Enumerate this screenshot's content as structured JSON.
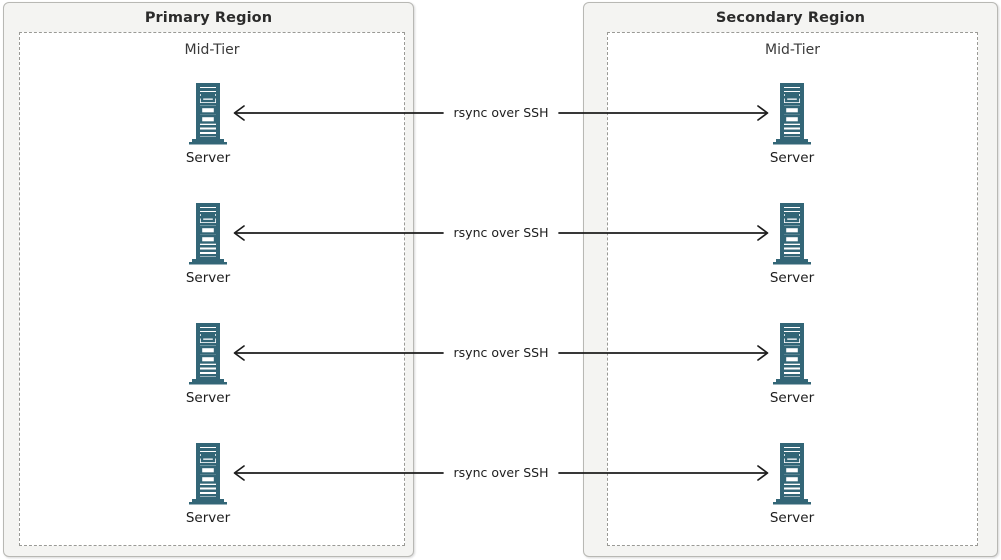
{
  "diagram": {
    "type": "architecture-replication-diagram",
    "colors": {
      "region_fill": "#f4f4f2",
      "region_border": "#b8b8b4",
      "tier_fill": "#ffffff",
      "tier_border": "#9a9a96",
      "server_icon": "#336677",
      "server_icon_light": "#e8eef0",
      "arrow": "#1d1d1d",
      "text": "#1d1d1d",
      "canvas": "#ffffff"
    },
    "regions": [
      {
        "id": "primary",
        "title": "Primary Region",
        "tier": {
          "title": "Mid-Tier",
          "nodes": [
            {
              "label": "Server",
              "icon": "server-rack-icon"
            },
            {
              "label": "Server",
              "icon": "server-rack-icon"
            },
            {
              "label": "Server",
              "icon": "server-rack-icon"
            },
            {
              "label": "Server",
              "icon": "server-rack-icon"
            }
          ]
        }
      },
      {
        "id": "secondary",
        "title": "Secondary Region",
        "tier": {
          "title": "Mid-Tier",
          "nodes": [
            {
              "label": "Server",
              "icon": "server-rack-icon"
            },
            {
              "label": "Server",
              "icon": "server-rack-icon"
            },
            {
              "label": "Server",
              "icon": "server-rack-icon"
            },
            {
              "label": "Server",
              "icon": "server-rack-icon"
            }
          ]
        }
      }
    ],
    "links": [
      {
        "label": "rsync over SSH",
        "direction": "bidirectional",
        "from": "secondary-server-1",
        "to": "primary-server-1"
      },
      {
        "label": "rsync over SSH",
        "direction": "bidirectional",
        "from": "secondary-server-2",
        "to": "primary-server-2"
      },
      {
        "label": "rsync over SSH",
        "direction": "bidirectional",
        "from": "secondary-server-3",
        "to": "primary-server-3"
      },
      {
        "label": "rsync over SSH",
        "direction": "bidirectional",
        "from": "secondary-server-4",
        "to": "primary-server-4"
      }
    ]
  }
}
